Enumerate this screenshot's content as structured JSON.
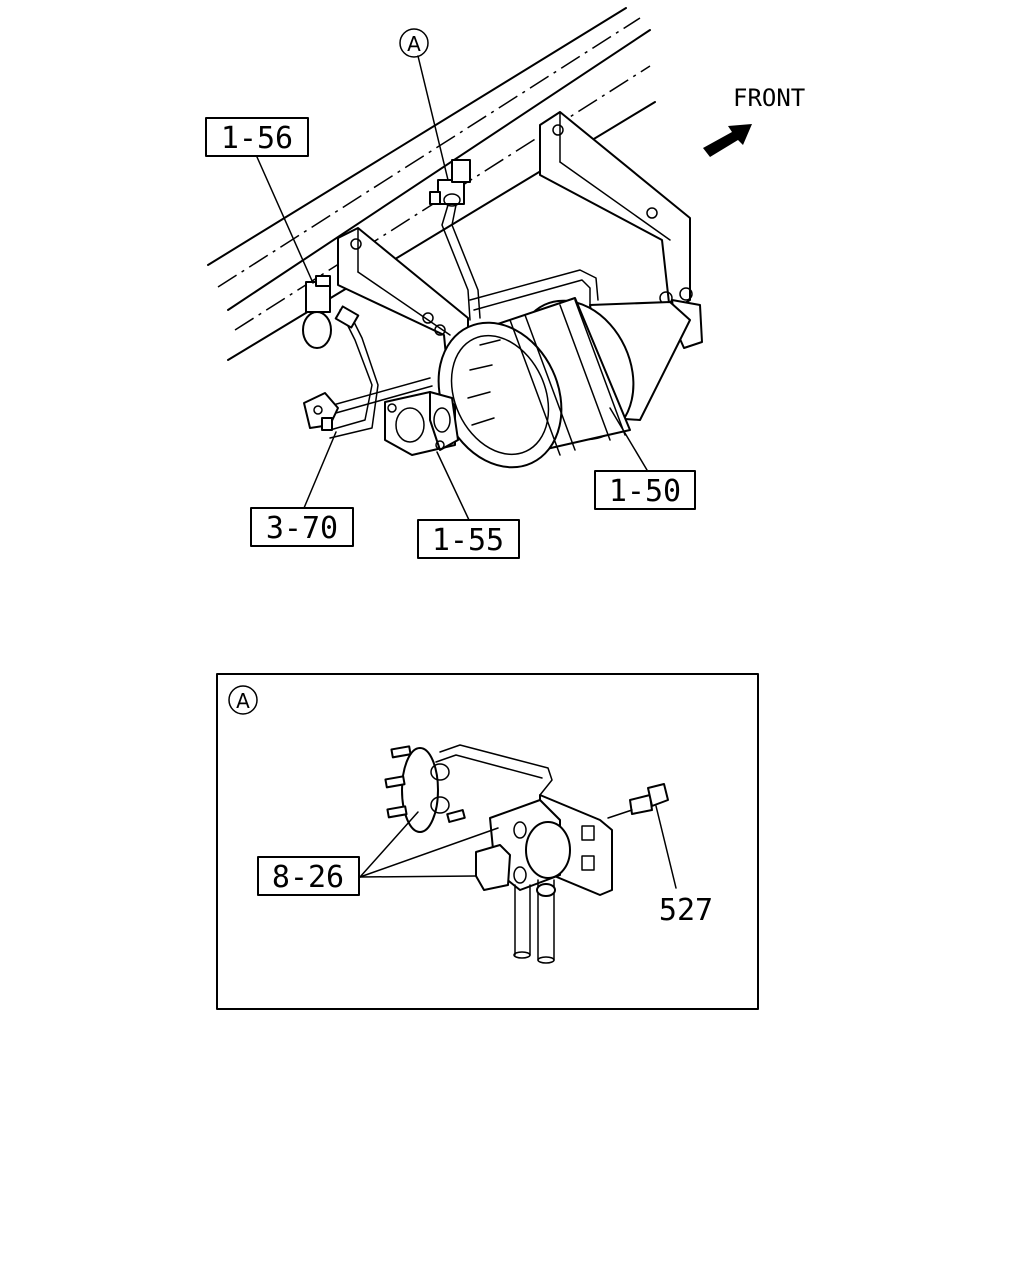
{
  "front_label": "FRONT",
  "detail_marker": "A",
  "callouts": {
    "c1_56": "1-56",
    "c1_50": "1-50",
    "c3_70": "3-70",
    "c1_55": "1-55",
    "c8_26": "8-26",
    "c527": "527"
  },
  "colors": {
    "line": "#000000",
    "background": "#ffffff"
  }
}
